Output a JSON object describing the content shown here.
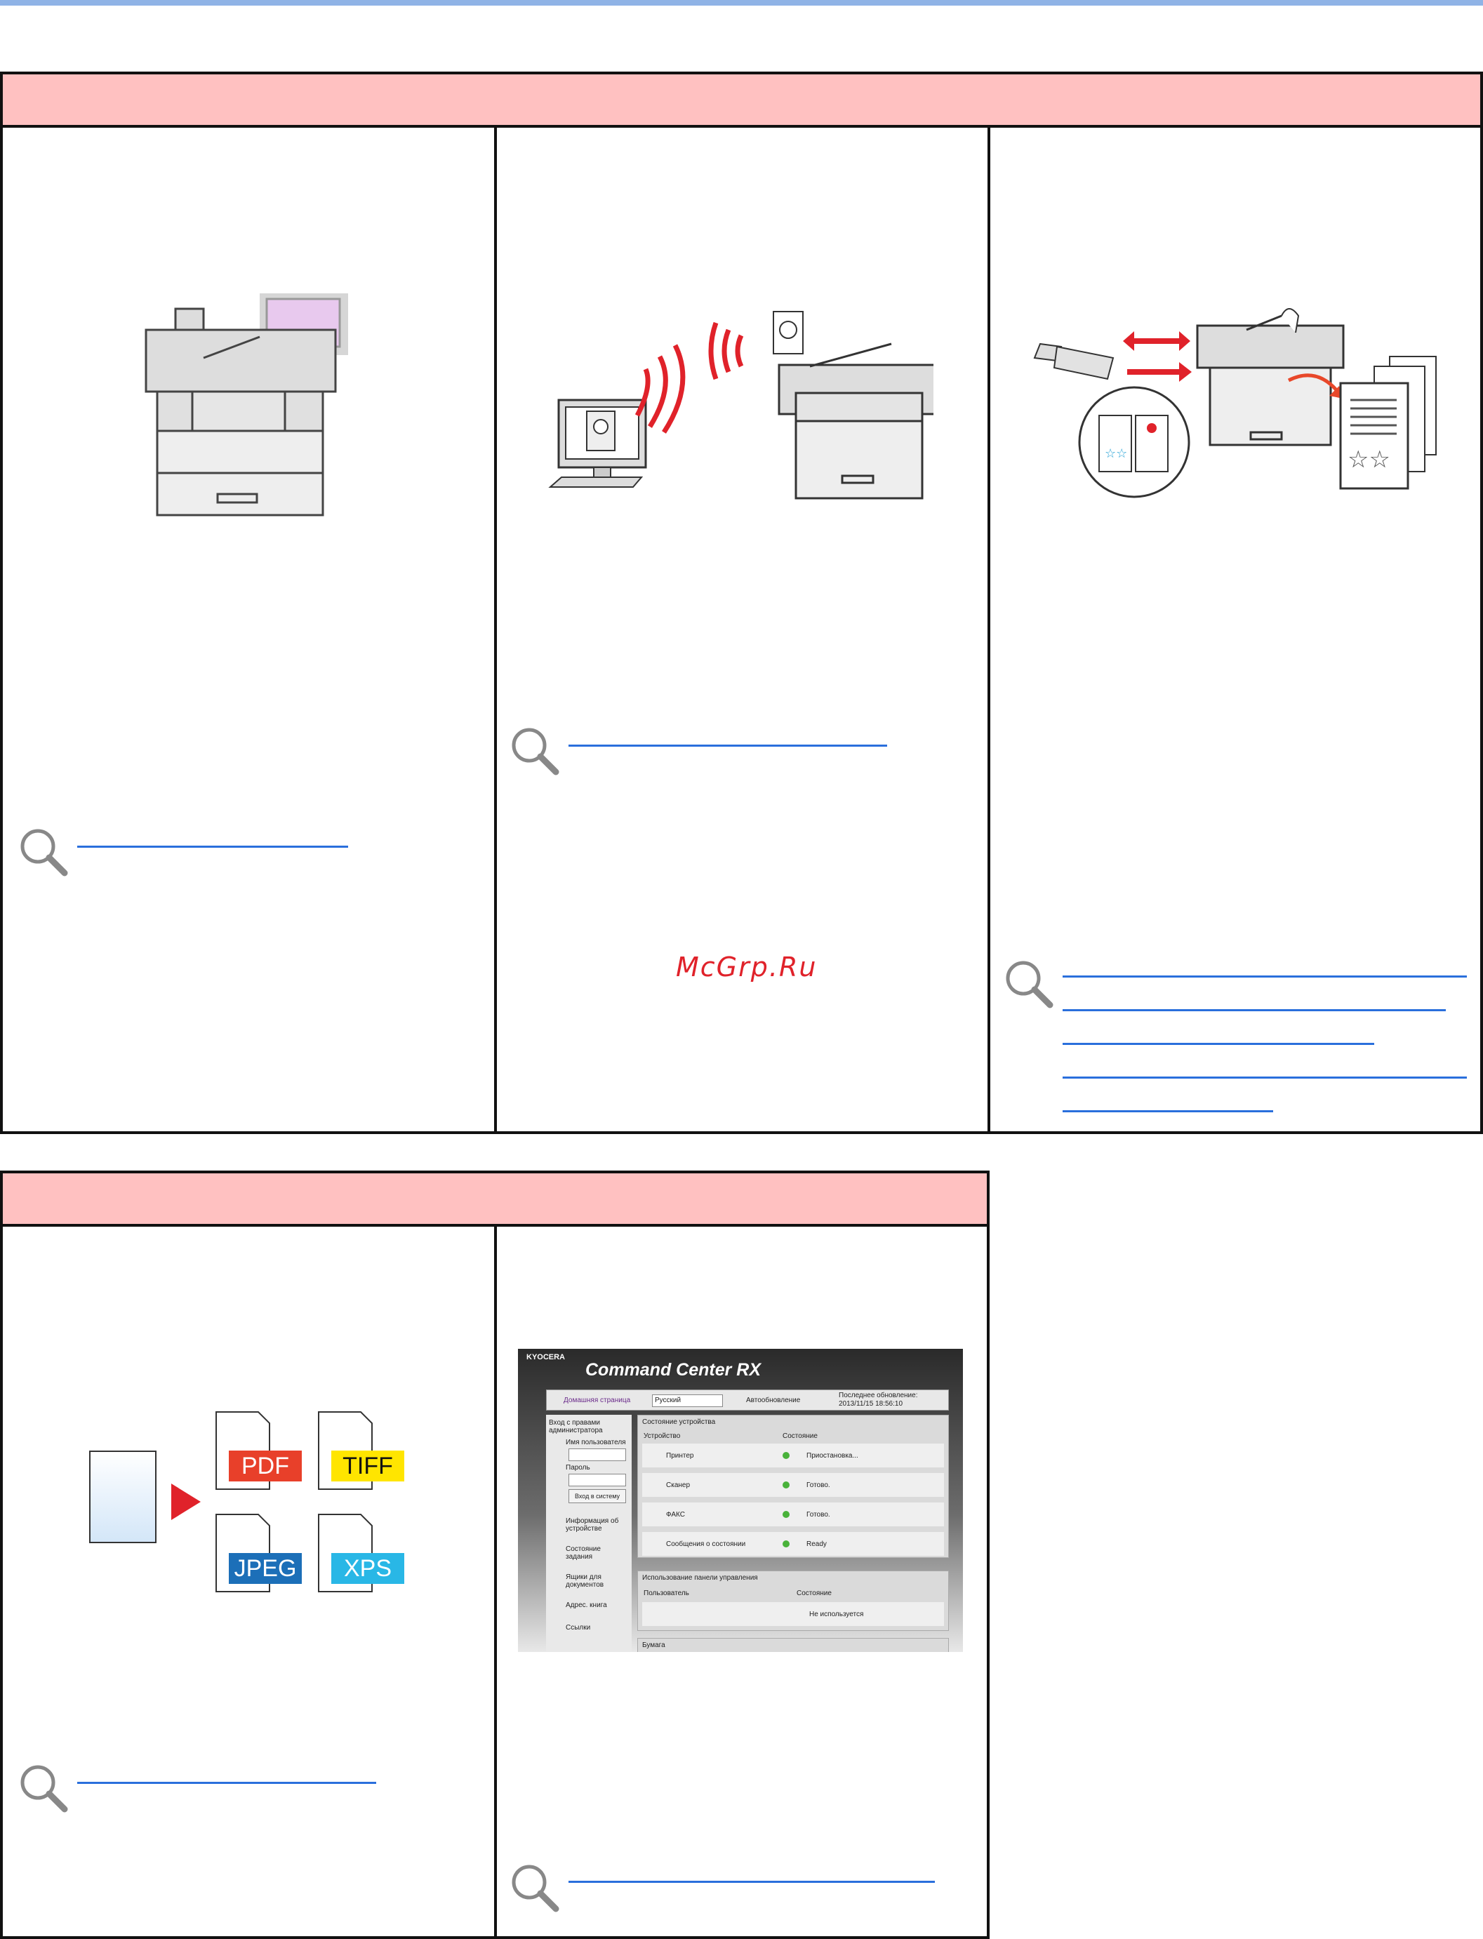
{
  "watermark": "McGrp.Ru",
  "formats": [
    "PDF",
    "TIFF",
    "JPEG",
    "XPS"
  ],
  "ccrx": {
    "logo": "KYOCERA",
    "brand": "Command Center RX",
    "home": "Домашняя страница",
    "language": "Русский",
    "autorefresh": "Автообновление",
    "last_update_label": "Последнее обновление:",
    "last_update_value": "2013/11/15 18:56:10",
    "login_title": "Вход с правами администратора",
    "username_label": "Имя пользователя",
    "password_label": "Пароль",
    "login_button": "Вход в систему",
    "nav": [
      "Информация об устройстве",
      "Состояние задания",
      "Ящики для документов",
      "Адрес. книга",
      "Ссылки"
    ],
    "device_status_title": "Состояние устройства",
    "col_device": "Устройство",
    "col_status": "Состояние",
    "devices": [
      {
        "name": "Принтер",
        "status": "Приостановка..."
      },
      {
        "name": "Сканер",
        "status": "Готово."
      },
      {
        "name": "ФАКС",
        "status": "Готово."
      },
      {
        "name": "Сообщения о состоянии",
        "status": "Ready"
      }
    ],
    "panel_usage_title": "Использование панели управления",
    "col_user": "Пользователь",
    "panel_status": "Не используется",
    "paper_title": "Бумага"
  },
  "colors": {
    "header_bg": "#ffc1c1",
    "link": "#2a6fdc",
    "pdf": "#e8402a",
    "tiff": "#ffe500",
    "jpeg": "#1c6fb8",
    "xps": "#29b7e6"
  }
}
